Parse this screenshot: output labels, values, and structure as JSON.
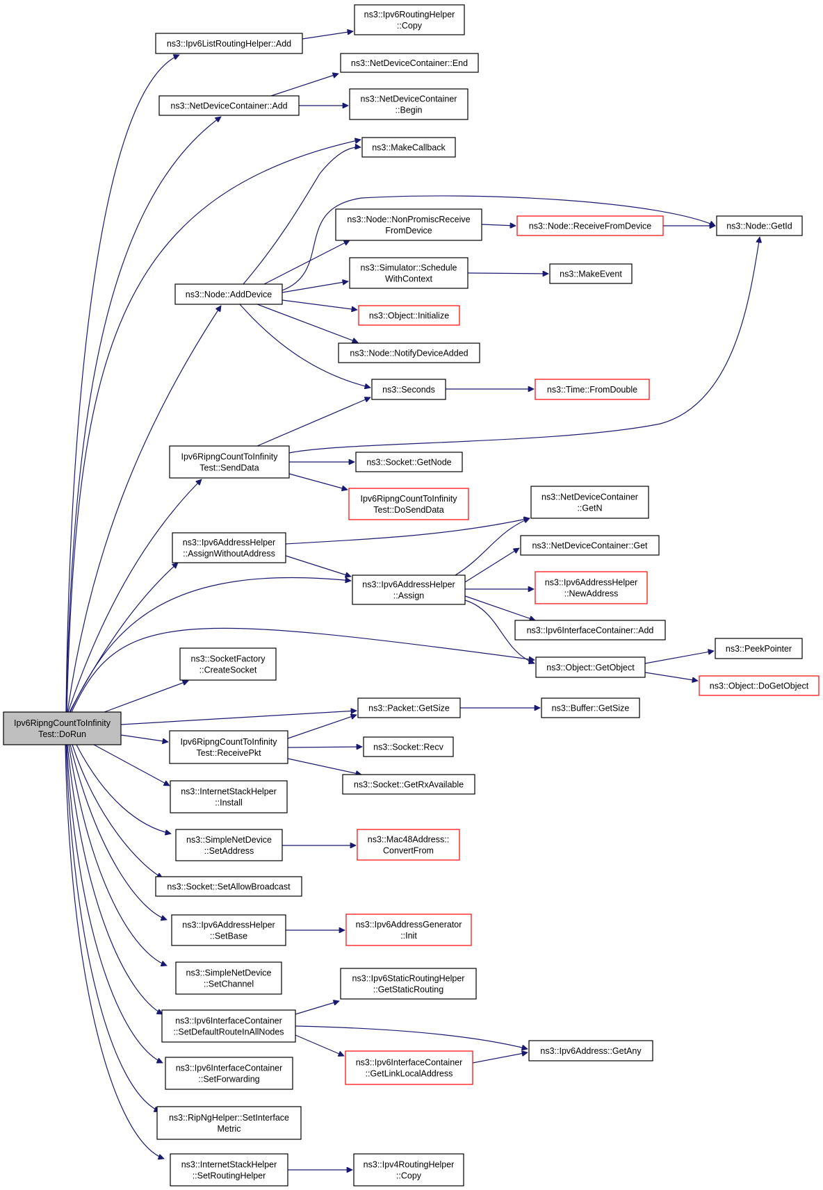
{
  "graph": {
    "nodes": [
      {
        "id": "root",
        "lines": [
          "Ipv6RipngCountToInfinity",
          "Test::DoRun"
        ],
        "style": "root"
      },
      {
        "id": "lrh_add",
        "lines": [
          "ns3::Ipv6ListRoutingHelper::Add"
        ]
      },
      {
        "id": "rh_copy",
        "lines": [
          "ns3::Ipv6RoutingHelper",
          "::Copy"
        ]
      },
      {
        "id": "ndc_add",
        "lines": [
          "ns3::NetDeviceContainer::Add"
        ]
      },
      {
        "id": "ndc_end",
        "lines": [
          "ns3::NetDeviceContainer::End"
        ]
      },
      {
        "id": "ndc_begin",
        "lines": [
          "ns3::NetDeviceContainer",
          "::Begin"
        ]
      },
      {
        "id": "makecb",
        "lines": [
          "ns3::MakeCallback"
        ]
      },
      {
        "id": "npr",
        "lines": [
          "ns3::Node::NonPromiscReceive",
          "FromDevice"
        ]
      },
      {
        "id": "rfd",
        "lines": [
          "ns3::Node::ReceiveFromDevice"
        ],
        "style": "red"
      },
      {
        "id": "getid",
        "lines": [
          "ns3::Node::GetId"
        ]
      },
      {
        "id": "swc",
        "lines": [
          "ns3::Simulator::Schedule",
          "WithContext"
        ]
      },
      {
        "id": "makeevent",
        "lines": [
          "ns3::MakeEvent"
        ]
      },
      {
        "id": "adddev",
        "lines": [
          "ns3::Node::AddDevice"
        ]
      },
      {
        "id": "init",
        "lines": [
          "ns3::Object::Initialize"
        ],
        "style": "red"
      },
      {
        "id": "nda",
        "lines": [
          "ns3::Node::NotifyDeviceAdded"
        ]
      },
      {
        "id": "seconds",
        "lines": [
          "ns3::Seconds"
        ]
      },
      {
        "id": "fromdouble",
        "lines": [
          "ns3::Time::FromDouble"
        ],
        "style": "red"
      },
      {
        "id": "senddata",
        "lines": [
          "Ipv6RipngCountToInfinity",
          "Test::SendData"
        ]
      },
      {
        "id": "getnode",
        "lines": [
          "ns3::Socket::GetNode"
        ]
      },
      {
        "id": "dosend",
        "lines": [
          "Ipv6RipngCountToInfinity",
          "Test::DoSendData"
        ],
        "style": "red"
      },
      {
        "id": "ndc_getn",
        "lines": [
          "ns3::NetDeviceContainer",
          "::GetN"
        ]
      },
      {
        "id": "awa",
        "lines": [
          "ns3::Ipv6AddressHelper",
          "::AssignWithoutAddress"
        ]
      },
      {
        "id": "ndc_get",
        "lines": [
          "ns3::NetDeviceContainer::Get"
        ]
      },
      {
        "id": "assign",
        "lines": [
          "ns3::Ipv6AddressHelper",
          "::Assign"
        ]
      },
      {
        "id": "newaddr",
        "lines": [
          "ns3::Ipv6AddressHelper",
          "::NewAddress"
        ],
        "style": "red"
      },
      {
        "id": "iic_add",
        "lines": [
          "ns3::Ipv6InterfaceContainer::Add"
        ]
      },
      {
        "id": "peek",
        "lines": [
          "ns3::PeekPointer"
        ]
      },
      {
        "id": "getobj",
        "lines": [
          "ns3::Object::GetObject"
        ]
      },
      {
        "id": "dogetobj",
        "lines": [
          "ns3::Object::DoGetObject"
        ],
        "style": "red"
      },
      {
        "id": "csock",
        "lines": [
          "ns3::SocketFactory",
          "::CreateSocket"
        ]
      },
      {
        "id": "pkt_getsize",
        "lines": [
          "ns3::Packet::GetSize"
        ]
      },
      {
        "id": "buf_getsize",
        "lines": [
          "ns3::Buffer::GetSize"
        ]
      },
      {
        "id": "recvpkt",
        "lines": [
          "Ipv6RipngCountToInfinity",
          "Test::ReceivePkt"
        ]
      },
      {
        "id": "recv",
        "lines": [
          "ns3::Socket::Recv"
        ]
      },
      {
        "id": "rxavail",
        "lines": [
          "ns3::Socket::GetRxAvailable"
        ]
      },
      {
        "id": "ish_install",
        "lines": [
          "ns3::InternetStackHelper",
          "::Install"
        ]
      },
      {
        "id": "snd_setaddr",
        "lines": [
          "ns3::SimpleNetDevice",
          "::SetAddress"
        ]
      },
      {
        "id": "mac48",
        "lines": [
          "ns3::Mac48Address::",
          "ConvertFrom"
        ],
        "style": "red"
      },
      {
        "id": "allowbc",
        "lines": [
          "ns3::Socket::SetAllowBroadcast"
        ]
      },
      {
        "id": "setbase",
        "lines": [
          "ns3::Ipv6AddressHelper",
          "::SetBase"
        ]
      },
      {
        "id": "agen_init",
        "lines": [
          "ns3::Ipv6AddressGenerator",
          "::Init"
        ],
        "style": "red"
      },
      {
        "id": "snd_setchan",
        "lines": [
          "ns3::SimpleNetDevice",
          "::SetChannel"
        ]
      },
      {
        "id": "gsr",
        "lines": [
          "ns3::Ipv6StaticRoutingHelper",
          "::GetStaticRouting"
        ]
      },
      {
        "id": "sdr",
        "lines": [
          "ns3::Ipv6InterfaceContainer",
          "::SetDefaultRouteInAllNodes"
        ]
      },
      {
        "id": "getany",
        "lines": [
          "ns3::Ipv6Address::GetAny"
        ]
      },
      {
        "id": "glla",
        "lines": [
          "ns3::Ipv6InterfaceContainer",
          "::GetLinkLocalAddress"
        ],
        "style": "red"
      },
      {
        "id": "setfwd",
        "lines": [
          "ns3::Ipv6InterfaceContainer",
          "::SetForwarding"
        ]
      },
      {
        "id": "sim",
        "lines": [
          "ns3::RipNgHelper::SetInterface",
          "Metric"
        ]
      },
      {
        "id": "srh",
        "lines": [
          "ns3::InternetStackHelper",
          "::SetRoutingHelper"
        ]
      },
      {
        "id": "v4copy",
        "lines": [
          "ns3::Ipv4RoutingHelper",
          "::Copy"
        ]
      }
    ],
    "edges": [
      [
        "root",
        "lrh_add"
      ],
      [
        "root",
        "ndc_add"
      ],
      [
        "root",
        "makecb"
      ],
      [
        "root",
        "adddev"
      ],
      [
        "root",
        "senddata"
      ],
      [
        "root",
        "awa"
      ],
      [
        "root",
        "assign"
      ],
      [
        "root",
        "getobj"
      ],
      [
        "root",
        "csock"
      ],
      [
        "root",
        "pkt_getsize"
      ],
      [
        "root",
        "recvpkt"
      ],
      [
        "root",
        "ish_install"
      ],
      [
        "root",
        "snd_setaddr"
      ],
      [
        "root",
        "allowbc"
      ],
      [
        "root",
        "setbase"
      ],
      [
        "root",
        "snd_setchan"
      ],
      [
        "root",
        "sdr"
      ],
      [
        "root",
        "setfwd"
      ],
      [
        "root",
        "sim"
      ],
      [
        "root",
        "srh"
      ],
      [
        "lrh_add",
        "rh_copy"
      ],
      [
        "ndc_add",
        "ndc_end"
      ],
      [
        "ndc_add",
        "ndc_begin"
      ],
      [
        "adddev",
        "makecb"
      ],
      [
        "adddev",
        "getid"
      ],
      [
        "adddev",
        "npr"
      ],
      [
        "adddev",
        "swc"
      ],
      [
        "adddev",
        "init"
      ],
      [
        "adddev",
        "nda"
      ],
      [
        "adddev",
        "seconds"
      ],
      [
        "npr",
        "rfd"
      ],
      [
        "rfd",
        "getid"
      ],
      [
        "swc",
        "makeevent"
      ],
      [
        "seconds",
        "fromdouble"
      ],
      [
        "senddata",
        "seconds"
      ],
      [
        "senddata",
        "getid"
      ],
      [
        "senddata",
        "getnode"
      ],
      [
        "senddata",
        "dosend"
      ],
      [
        "awa",
        "ndc_getn"
      ],
      [
        "awa",
        "assign"
      ],
      [
        "assign",
        "ndc_getn"
      ],
      [
        "assign",
        "ndc_get"
      ],
      [
        "assign",
        "newaddr"
      ],
      [
        "assign",
        "iic_add"
      ],
      [
        "assign",
        "getobj"
      ],
      [
        "getobj",
        "peek"
      ],
      [
        "getobj",
        "dogetobj"
      ],
      [
        "pkt_getsize",
        "buf_getsize"
      ],
      [
        "recvpkt",
        "pkt_getsize"
      ],
      [
        "recvpkt",
        "recv"
      ],
      [
        "recvpkt",
        "rxavail"
      ],
      [
        "snd_setaddr",
        "mac48"
      ],
      [
        "setbase",
        "agen_init"
      ],
      [
        "sdr",
        "gsr"
      ],
      [
        "sdr",
        "getany"
      ],
      [
        "sdr",
        "glla"
      ],
      [
        "glla",
        "getany"
      ],
      [
        "srh",
        "v4copy"
      ]
    ]
  }
}
